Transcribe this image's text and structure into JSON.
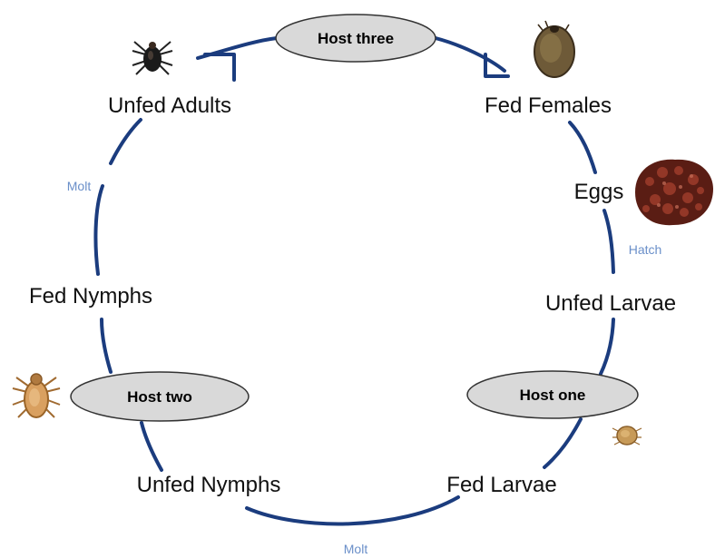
{
  "colors": {
    "cycle_line": "#1b3c7e",
    "host_fill": "#d9d9d9",
    "host_stroke": "#333333",
    "transition_text": "#6a8fc9"
  },
  "stages": {
    "unfed_adults": "Unfed Adults",
    "fed_females": "Fed Females",
    "eggs": "Eggs",
    "unfed_larvae": "Unfed Larvae",
    "fed_larvae": "Fed Larvae",
    "unfed_nymphs": "Unfed Nymphs",
    "fed_nymphs": "Fed Nymphs"
  },
  "hosts": {
    "three": "Host three",
    "one": "Host one",
    "two": "Host two"
  },
  "transitions": {
    "molt_top": "Molt",
    "hatch": "Hatch",
    "molt_bottom": "Molt"
  },
  "images": [
    "adult-tick-icon",
    "engorged-female-tick-icon",
    "egg-mass-icon",
    "larva-icon",
    "nymph-icon"
  ]
}
